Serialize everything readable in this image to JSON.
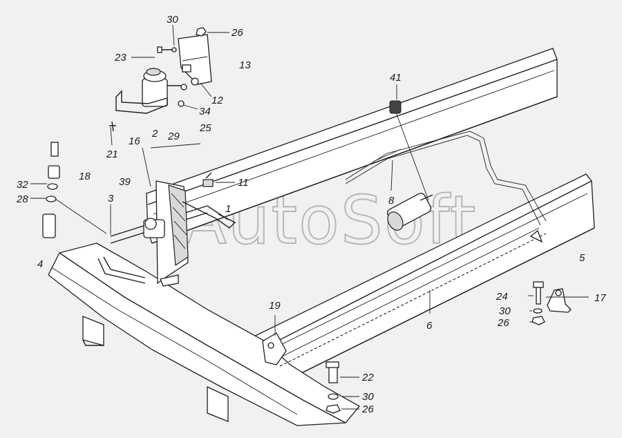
{
  "watermark": "AutoSoft",
  "callouts": [
    {
      "id": "c30a",
      "text": "30"
    },
    {
      "id": "c26a",
      "text": "26"
    },
    {
      "id": "c23",
      "text": "23"
    },
    {
      "id": "c13",
      "text": "13"
    },
    {
      "id": "c12",
      "text": "12"
    },
    {
      "id": "c34",
      "text": "34"
    },
    {
      "id": "c25",
      "text": "25"
    },
    {
      "id": "c21",
      "text": "21"
    },
    {
      "id": "c16",
      "text": "16"
    },
    {
      "id": "c2",
      "text": "2"
    },
    {
      "id": "c29",
      "text": "29"
    },
    {
      "id": "c18",
      "text": "18"
    },
    {
      "id": "c32",
      "text": "32"
    },
    {
      "id": "c28",
      "text": "28"
    },
    {
      "id": "c39",
      "text": "39"
    },
    {
      "id": "c11",
      "text": "11"
    },
    {
      "id": "c3",
      "text": "3"
    },
    {
      "id": "c1",
      "text": "1"
    },
    {
      "id": "c41",
      "text": "41"
    },
    {
      "id": "c8",
      "text": "8"
    },
    {
      "id": "c4",
      "text": "4"
    },
    {
      "id": "c5",
      "text": "5"
    },
    {
      "id": "c24",
      "text": "24"
    },
    {
      "id": "c17",
      "text": "17"
    },
    {
      "id": "c30b",
      "text": "30"
    },
    {
      "id": "c26b",
      "text": "26"
    },
    {
      "id": "c6",
      "text": "6"
    },
    {
      "id": "c19",
      "text": "19"
    },
    {
      "id": "c22",
      "text": "22"
    },
    {
      "id": "c30c",
      "text": "30"
    },
    {
      "id": "c26c",
      "text": "26"
    }
  ]
}
